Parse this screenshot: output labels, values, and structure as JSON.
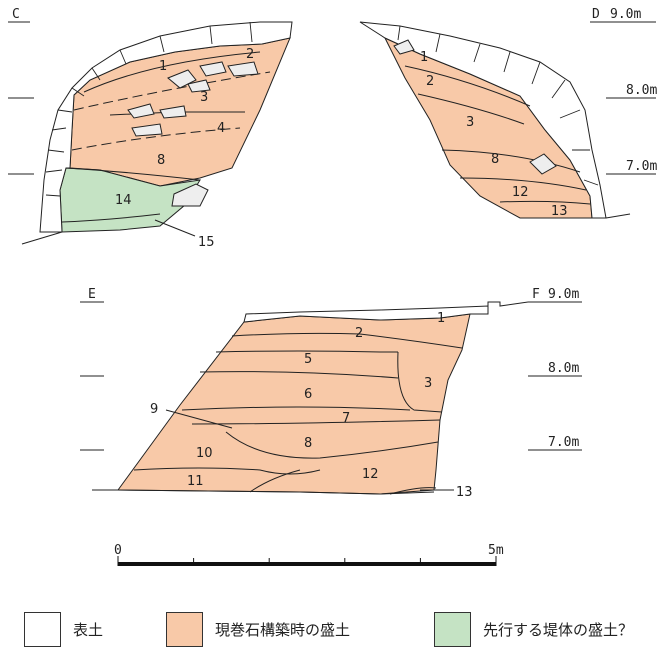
{
  "colors": {
    "topsoil": "#ffffff",
    "fill_current": "#f8c9a8",
    "fill_earlier": "#c5e3c4",
    "line": "#222222"
  },
  "section_cd": {
    "left_label": "C",
    "right_label": "D",
    "elevations": [
      "9.0m",
      "8.0m",
      "7.0m"
    ],
    "layer_numbers": [
      "1",
      "2",
      "3",
      "4",
      "8",
      "14",
      "15",
      "1",
      "2",
      "3",
      "8",
      "12",
      "13"
    ]
  },
  "section_ef": {
    "left_label": "E",
    "right_label": "F",
    "elevations": [
      "9.0m",
      "8.0m",
      "7.0m"
    ],
    "layer_numbers": [
      "1",
      "2",
      "5",
      "6",
      "3",
      "7",
      "9",
      "10",
      "8",
      "11",
      "12",
      "13"
    ]
  },
  "scale": {
    "start": "0",
    "end": "5m"
  },
  "legend": [
    {
      "label": "表土",
      "color_key": "topsoil",
      "icon": "white-swatch"
    },
    {
      "label": "現巻石構築時の盛土",
      "color_key": "fill_current",
      "icon": "orange-swatch"
    },
    {
      "label": "先行する堤体の盛土？",
      "color_key": "fill_earlier",
      "icon": "green-swatch"
    }
  ]
}
